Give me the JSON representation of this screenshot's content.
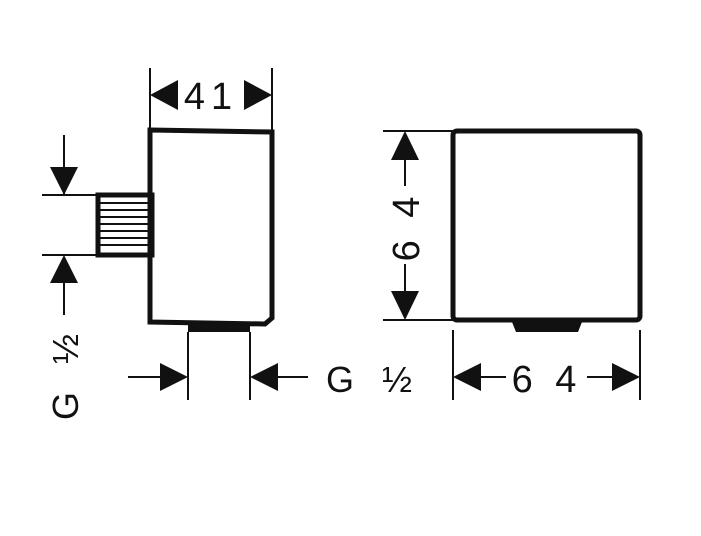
{
  "side_view": {
    "width_label": "41",
    "thread_label": "G ½"
  },
  "front_view": {
    "height_label": "6 4",
    "width_label": "6 4",
    "thread_label": "G ½"
  }
}
